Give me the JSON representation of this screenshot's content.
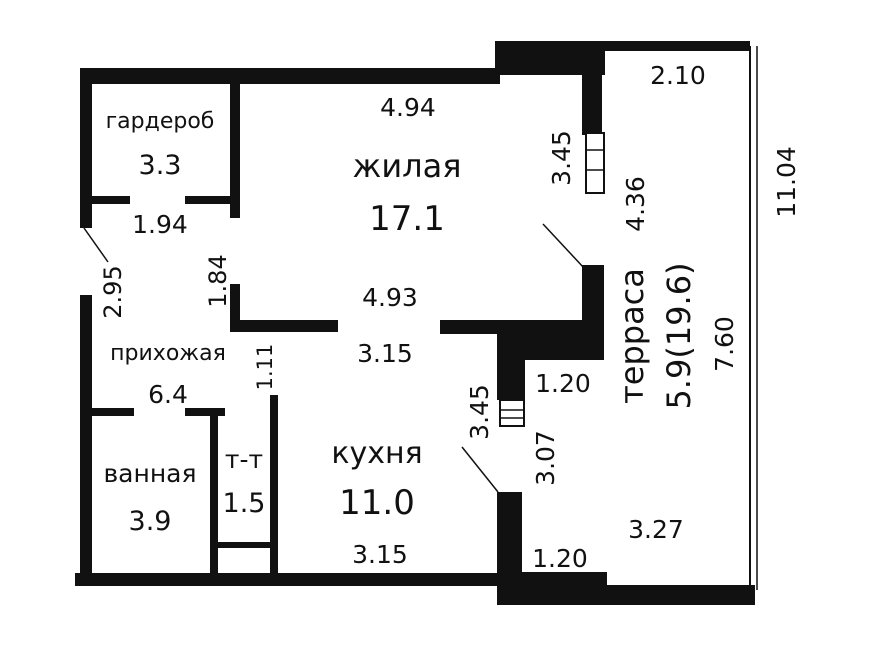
{
  "rooms": {
    "wardrobe": {
      "name": "гардероб",
      "area": "3.3"
    },
    "living": {
      "name": "жилая",
      "area": "17.1"
    },
    "hallway": {
      "name": "прихожая",
      "area": "6.4"
    },
    "bathroom": {
      "name": "ванная",
      "area": "3.9"
    },
    "toilet": {
      "name": "т-т",
      "area": "1.5"
    },
    "kitchen": {
      "name": "кухня",
      "area": "11.0"
    },
    "terrace": {
      "name": "терраса",
      "area": "5.9(19.6)"
    }
  },
  "dimensions": {
    "living_top": "4.94",
    "wardrobe_bottom": "1.94",
    "living_bottom": "4.93",
    "kitchen_top": "3.15",
    "kitchen_bottom": "3.15",
    "terrace_top": "2.10",
    "terrace_bottom_width": "3.27",
    "terrace_step_upper": "1.20",
    "terrace_step_lower": "1.20",
    "terrace_total_height": "11.04",
    "terrace_lower_height": "7.60",
    "living_right_wall": "4.36",
    "kitchen_right_wall": "3.07",
    "living_window": "3.45",
    "kitchen_window": "3.45",
    "hall_left": "2.95",
    "living_left": "1.84",
    "hall_inner": "1.11"
  },
  "colors": {
    "wall": "#111111",
    "background": "#ffffff"
  }
}
